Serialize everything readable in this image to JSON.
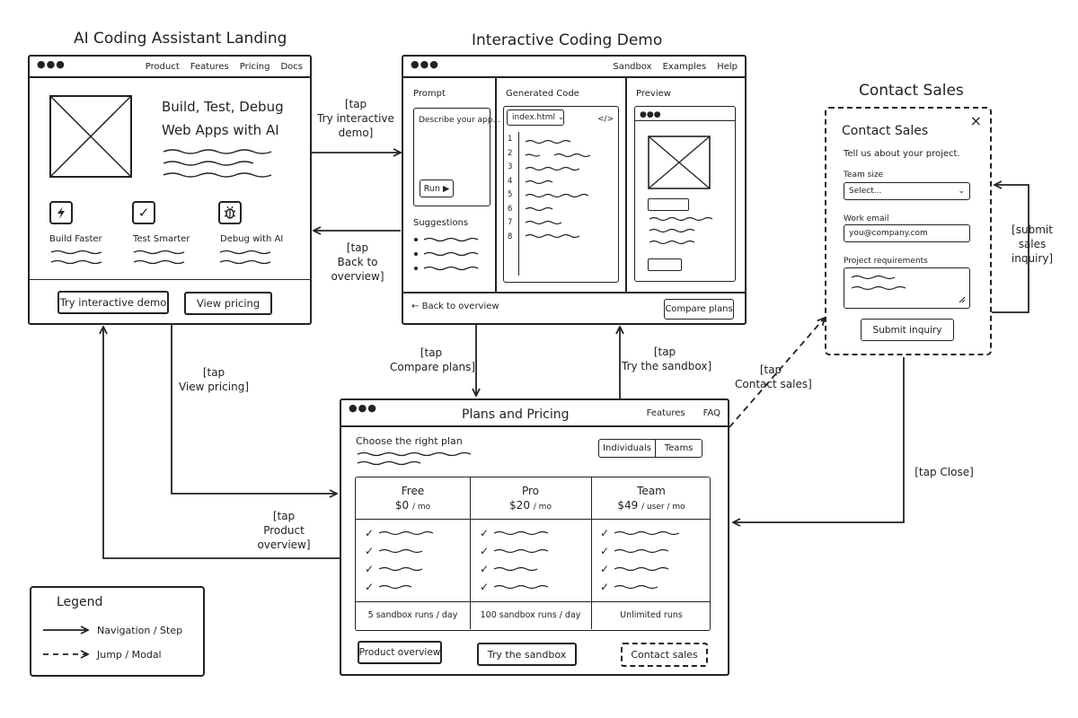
{
  "landing": {
    "heading": "AI Coding Assistant Landing",
    "nav": [
      "Product",
      "Features",
      "Pricing",
      "Docs"
    ],
    "hero_line1": "Build, Test, Debug",
    "hero_line2": "Web Apps with AI",
    "features": [
      {
        "label": "Build Faster",
        "icon": "lightning-icon"
      },
      {
        "label": "Test Smarter",
        "icon": "checkmark-icon"
      },
      {
        "label": "Debug with AI",
        "icon": "bug-icon"
      }
    ],
    "demo_button": "Try interactive demo",
    "pricing_button": "View pricing"
  },
  "demo": {
    "heading": "Interactive Coding Demo",
    "nav": [
      "Sandbox",
      "Examples",
      "Help"
    ],
    "prompt_title": "Prompt",
    "prompt_placeholder": "Describe your app...",
    "run_button": "Run",
    "suggestions_title": "Suggestions",
    "code_title": "Generated Code",
    "file_select": "index.html",
    "code_icon": "</>",
    "line_numbers": [
      "1",
      "2",
      "3",
      "4",
      "5",
      "6",
      "7",
      "8"
    ],
    "preview_title": "Preview",
    "back_link": "Back to overview",
    "compare_button": "Compare plans"
  },
  "contact": {
    "heading": "Contact Sales",
    "modal_title": "Contact Sales",
    "subtitle": "Tell us about your project.",
    "team_size_label": "Team size",
    "team_size_value": "Select...",
    "email_label": "Work email",
    "email_placeholder": "you@company.com",
    "requirements_label": "Project requirements",
    "submit_button": "Submit inquiry",
    "close_icon": "×"
  },
  "pricing": {
    "heading": "Plans and Pricing",
    "nav": [
      "Features",
      "FAQ"
    ],
    "subtitle": "Choose the right plan",
    "toggle": [
      "Individuals",
      "Teams"
    ],
    "plans": [
      {
        "name": "Free",
        "price": "$0",
        "unit": "/ mo",
        "limit": "5 sandbox runs / day"
      },
      {
        "name": "Pro",
        "price": "$20",
        "unit": "/ mo",
        "limit": "100 sandbox runs / day"
      },
      {
        "name": "Team",
        "price": "$49",
        "unit": "/ user / mo",
        "limit": "Unlimited runs"
      }
    ],
    "product_button": "Product overview",
    "sandbox_button": "Try the sandbox",
    "contact_button": "Contact sales"
  },
  "edges": {
    "tap_demo": [
      "[tap",
      "Try interactive",
      "demo]"
    ],
    "back_overview": [
      "[tap",
      "Back to",
      "overview]"
    ],
    "view_pricing": [
      "[tap",
      "View pricing]"
    ],
    "compare_plans": [
      "[tap",
      "Compare plans]"
    ],
    "try_sandbox": [
      "[tap",
      "Try the sandbox]"
    ],
    "contact_sales": [
      "[tap",
      "Contact sales]"
    ],
    "submit_inquiry": [
      "[submit",
      "sales",
      "inquiry]"
    ],
    "tap_close": [
      "[tap Close]"
    ],
    "product_overview": [
      "[tap",
      "Product",
      "overview]"
    ]
  },
  "legend": {
    "title": "Legend",
    "solid": "Navigation / Step",
    "dashed": "Jump / Modal"
  }
}
